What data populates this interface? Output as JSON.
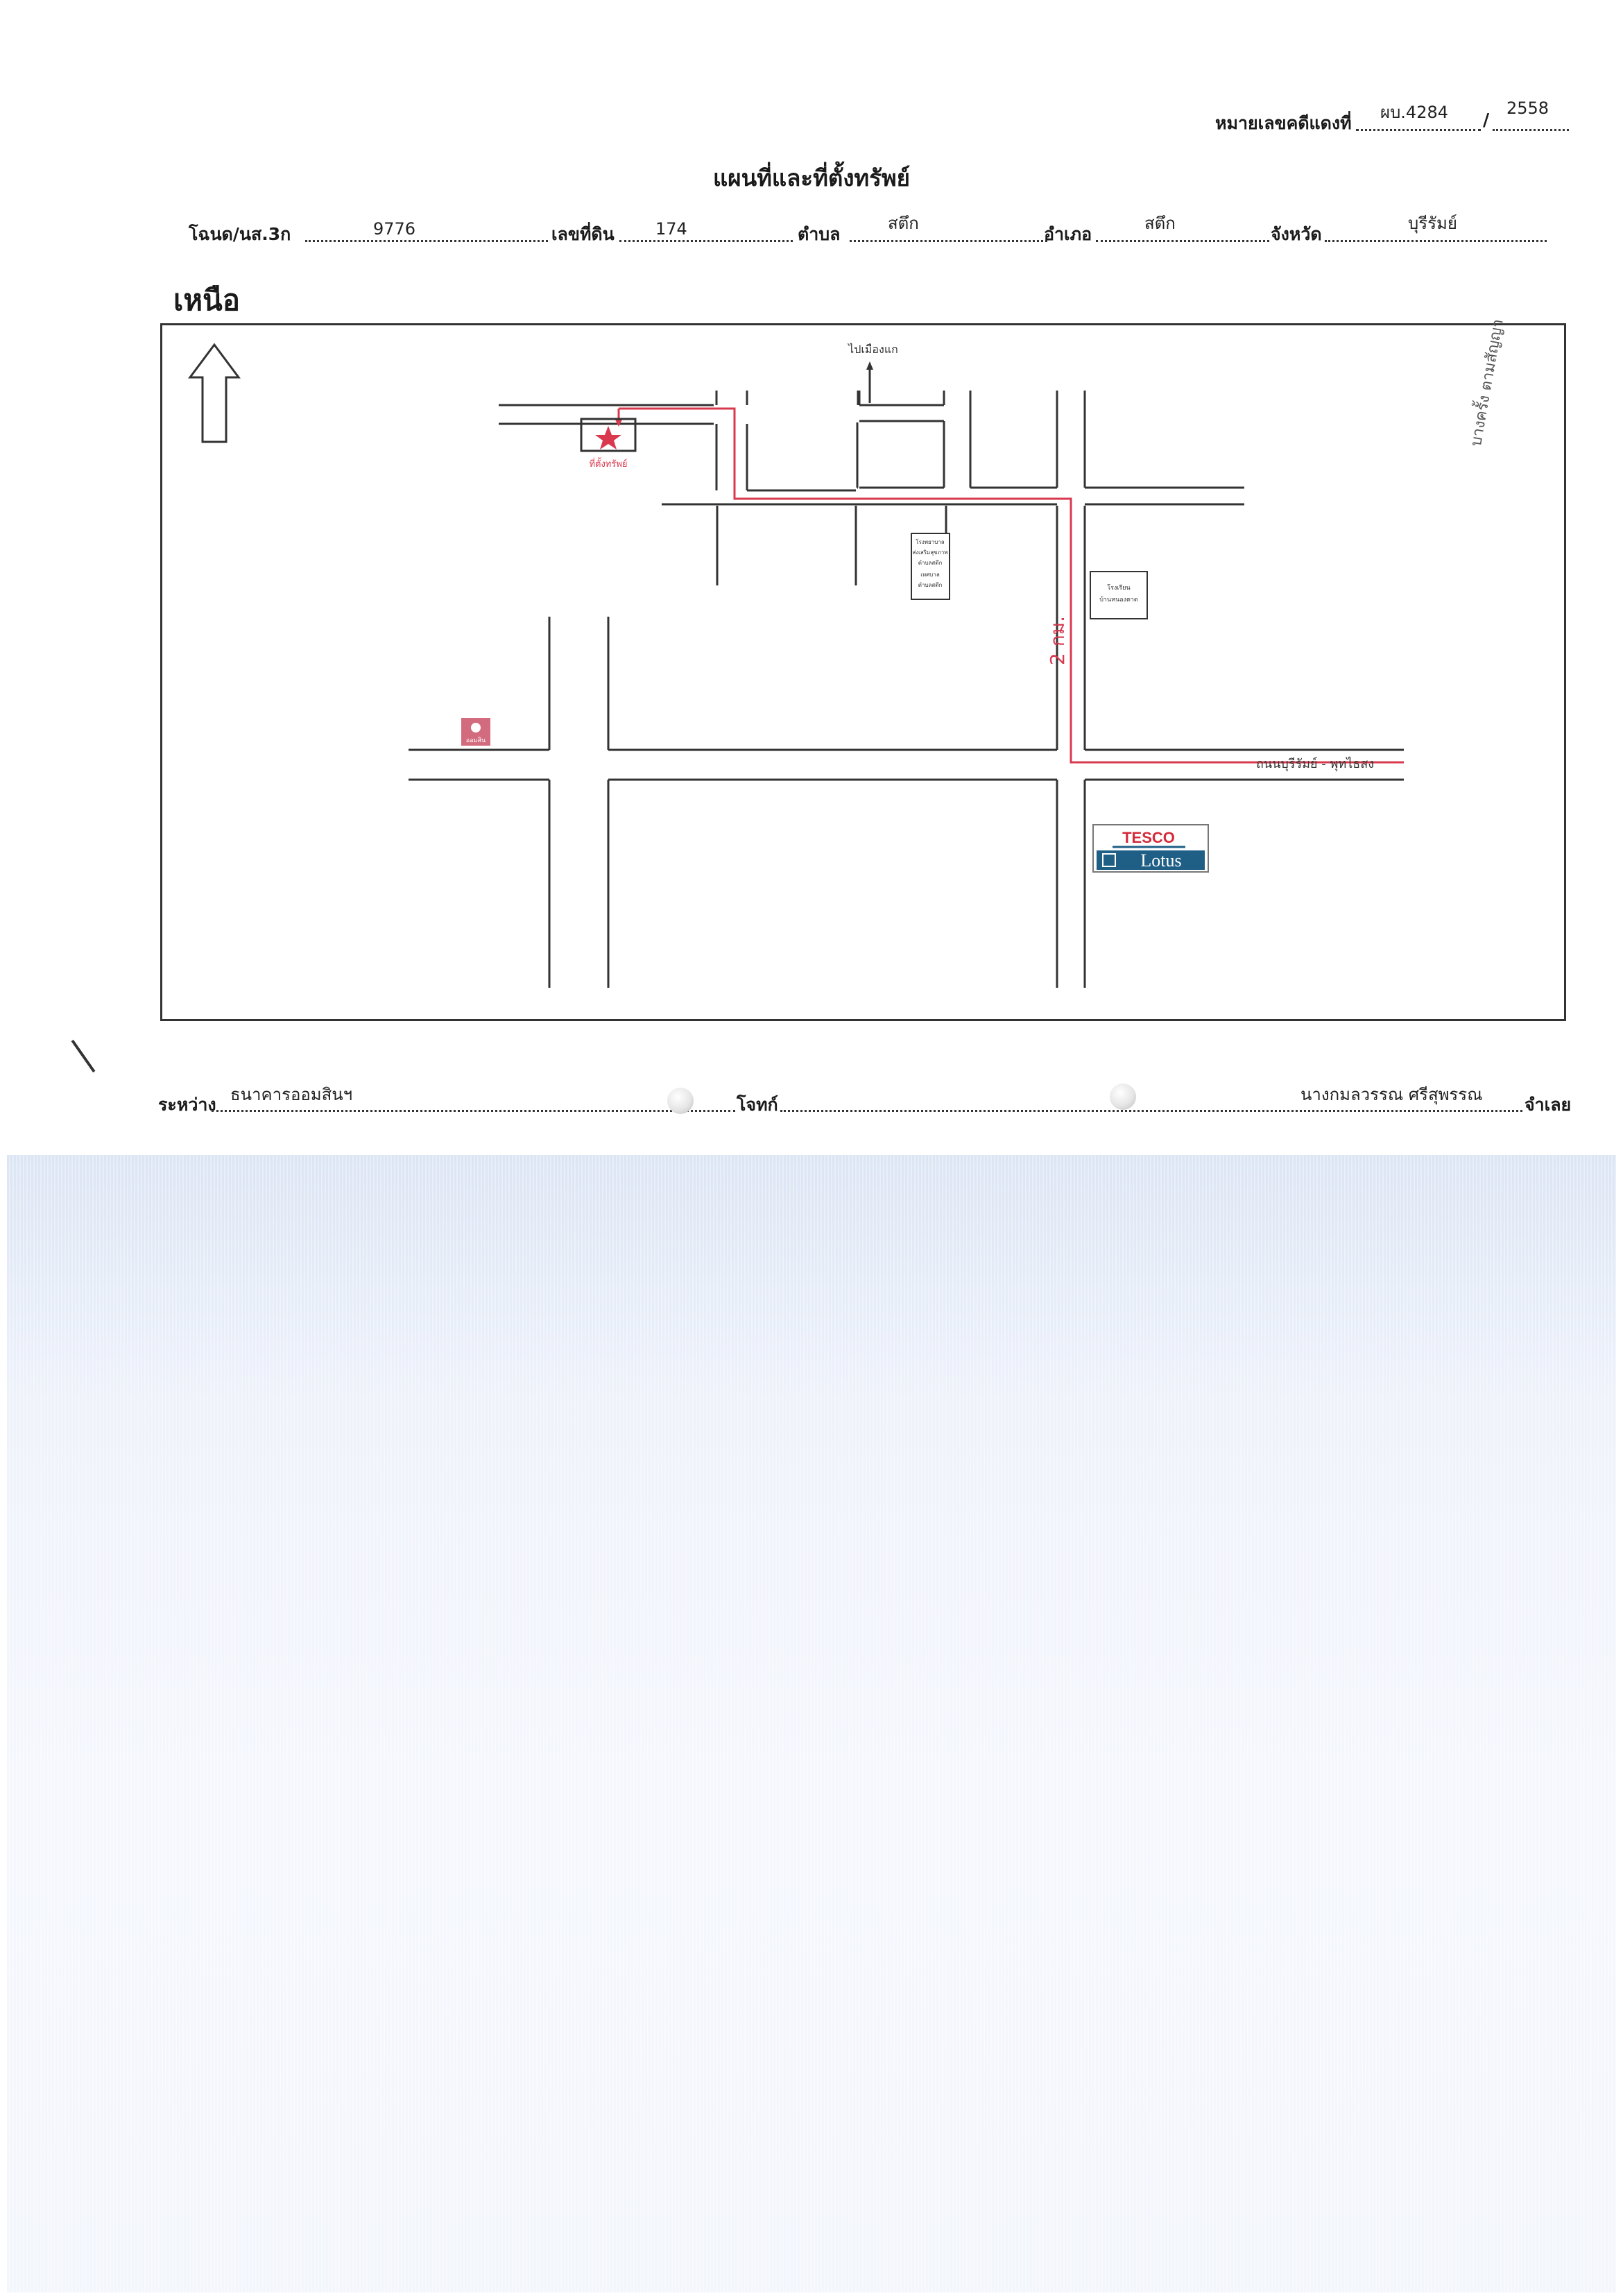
{
  "case_ref": {
    "label": "หมายเลขคดีแดงที่",
    "number": "ผบ.4284",
    "year": "2558",
    "sep": "/"
  },
  "title": "แผนที่และที่ตั้งทรัพย์",
  "deed_row": {
    "deed_label": "โฉนด/นส.3ก",
    "deed_no": "9776",
    "land_label": "เลขที่ดิน",
    "land_no": "174",
    "tambon_label": "ตำบล",
    "tambon": "สตึก",
    "amphoe_label": "อำเภอ",
    "amphoe": "สตึก",
    "province_label": "จังหวัด",
    "province": "บุรีรัมย์"
  },
  "north_label": "เหนือ",
  "map": {
    "to_city": "ไปเมืองแก",
    "property_label": "ที่ตั้งทรัพย์",
    "distance": "2 กม.",
    "road_name": "ถนนบุรีรัมย์ - พุทไธสง",
    "bank_logo_text": "ออมสิน",
    "hospital_text": [
      "โรงพยาบาล",
      "ส่งเสริมสุขภาพ",
      "ตำบลสตึก",
      "เทศบาล",
      "ตำบลสตึก"
    ],
    "school_text": [
      "โรงเรียน",
      "บ้านหนองตาด"
    ],
    "tesco_top": "TESCO",
    "tesco_bottom": "Lotus",
    "colors": {
      "route": "#d9384e",
      "line": "#333333",
      "tesco_blue": "#1f5f86",
      "tesco_red": "#d42b3a"
    }
  },
  "parties": {
    "prefix": "ระหว่าง",
    "plaintiff": "ธนาคารออมสินฯ",
    "plaintiff_label": "โจทก์",
    "defendant": "นางกมลวรรณ  ศรีสุพรรณ",
    "defendant_label": "จำเลย"
  },
  "margin_note": "บางครั้ง ตามสัญญา"
}
